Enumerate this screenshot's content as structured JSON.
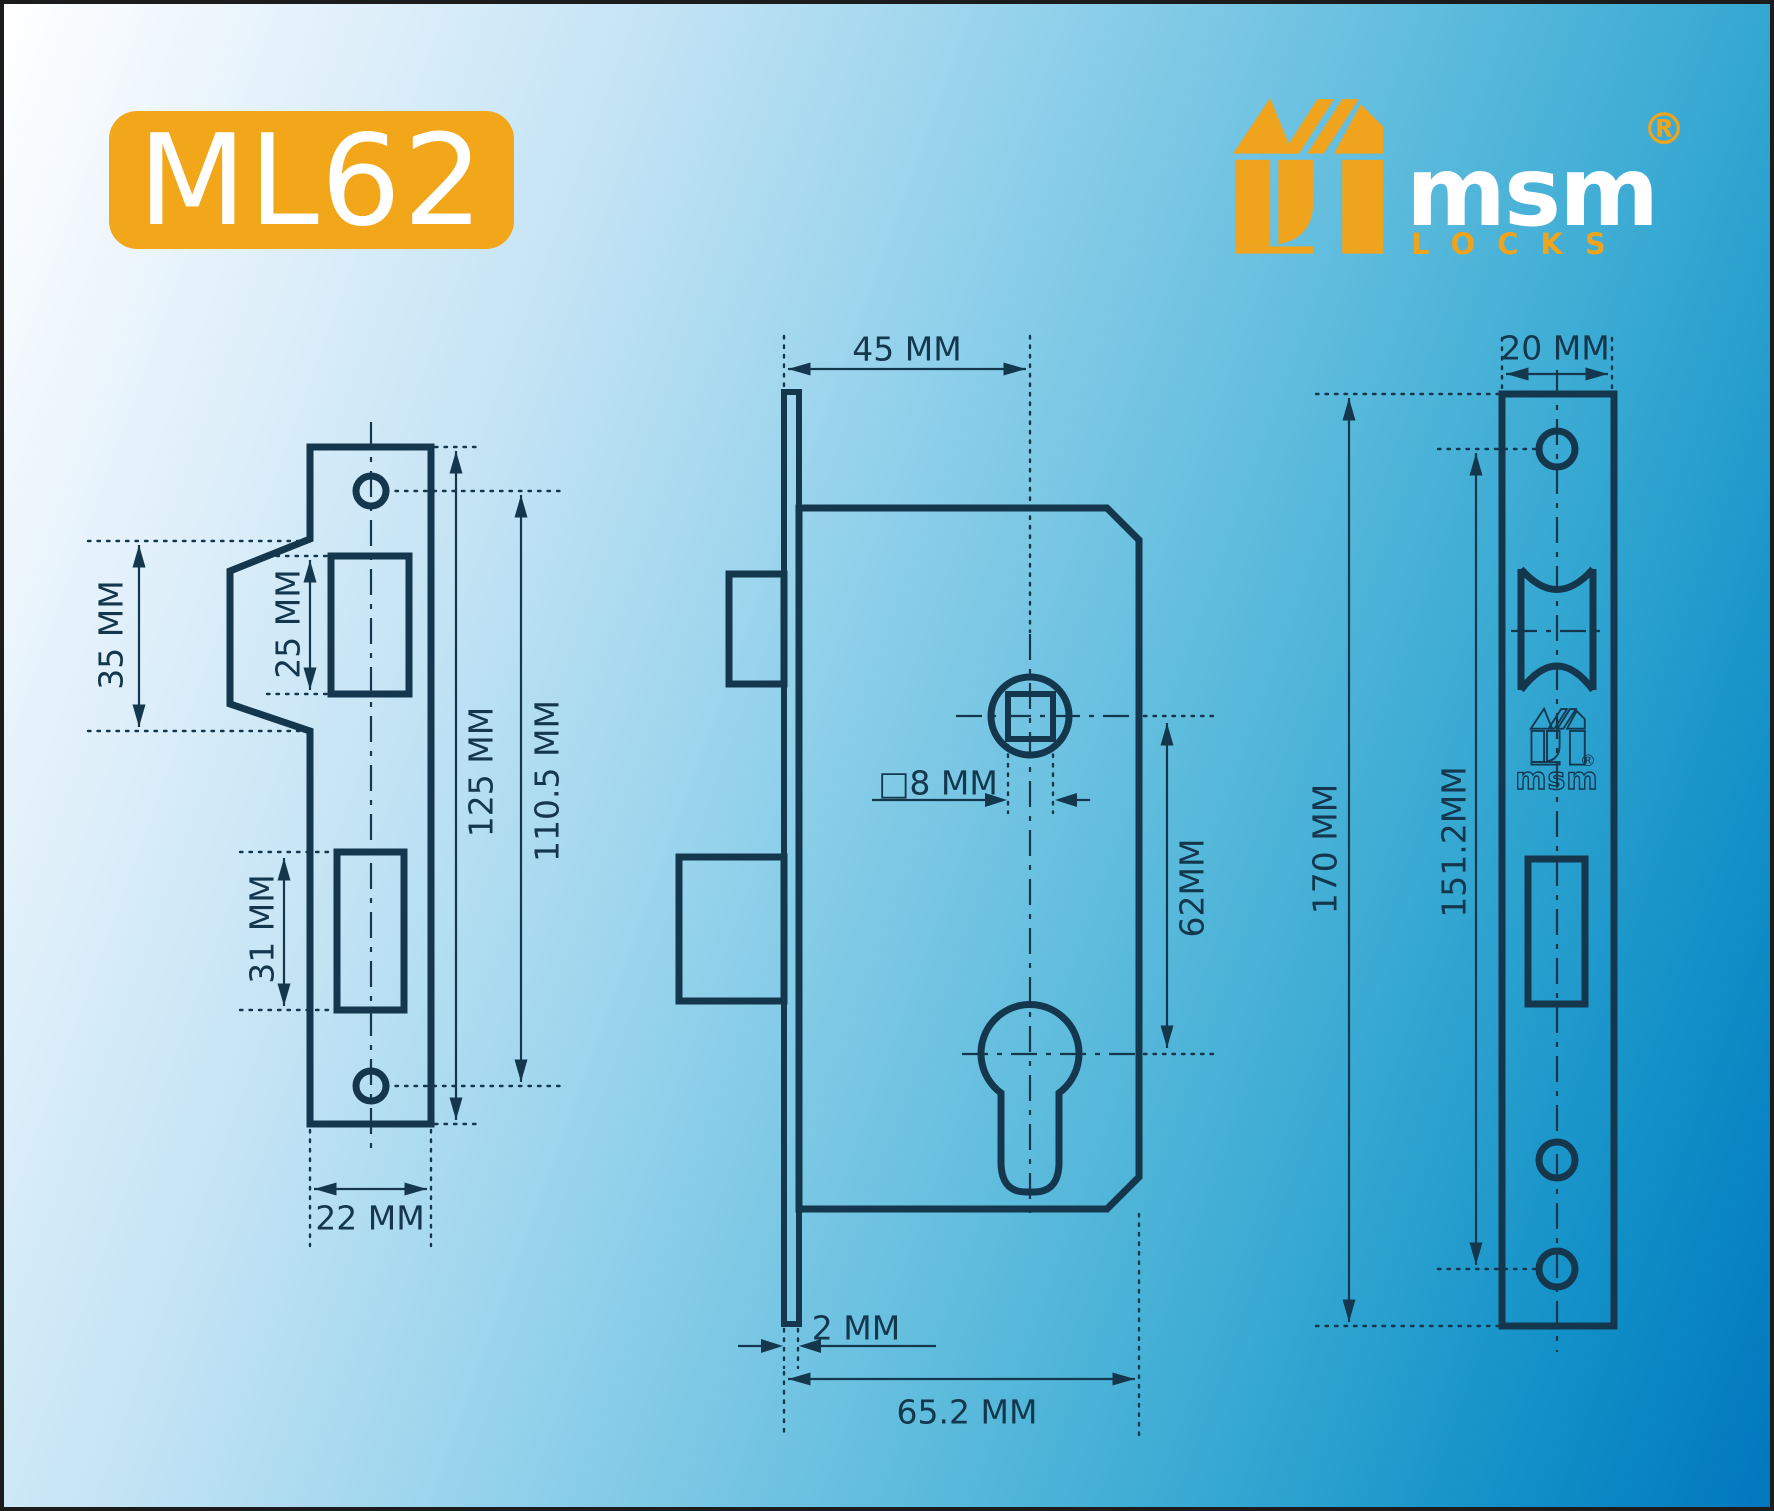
{
  "page": {
    "line_color": "#14374D",
    "accent_orange": "#F0A31C",
    "bg_top_left": "#FFFFFF",
    "bg_bottom_right": "#0177BE",
    "border_color": "#1C1C1C"
  },
  "header": {
    "model_badge": "ML62",
    "logo": {
      "icon": "msm-house-icon",
      "brand": "msm",
      "sub": "LOCKS",
      "registered": "®"
    }
  },
  "views": {
    "strike_plate": {
      "dims": {
        "lip_height": "35 MM",
        "latch_cutout": "25 MM",
        "deadbolt_cutout": "31 MM",
        "plate_length": "125 MM",
        "hole_spacing": "110.5 MM",
        "plate_width": "22 MM"
      }
    },
    "lock_body": {
      "dims": {
        "backset": "45 MM",
        "spindle_square": "□8 MM",
        "spindle_to_cylinder": "62MM",
        "faceplate_thickness": "2 MM",
        "body_depth": "65.2 MM"
      }
    },
    "faceplate": {
      "brand_mark": "msm",
      "registered": "®",
      "dims": {
        "width": "20 MM",
        "length": "170 MM",
        "hole_spacing": "151.2MM"
      }
    }
  }
}
